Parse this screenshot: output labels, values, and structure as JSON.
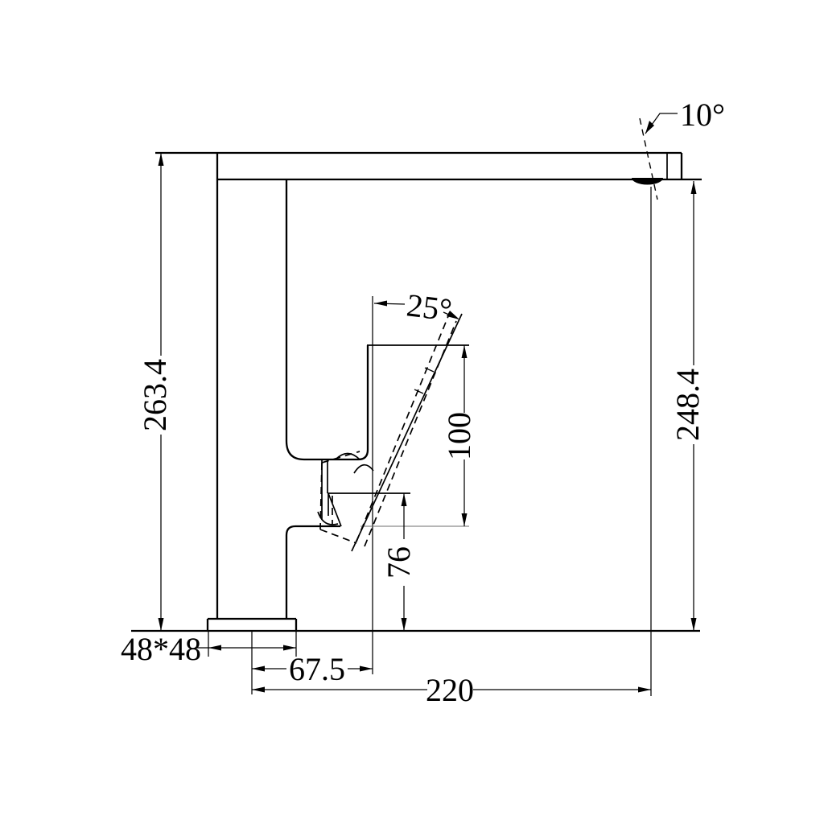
{
  "drawing": {
    "background_color": "#ffffff",
    "line_color": "#000000",
    "subject": "kitchen mixer tap side-view dimension drawing",
    "labels": {
      "spout_angle": "10°",
      "handle_angle": "25°",
      "overall_height": "263.4",
      "outlet_height": "248.4",
      "handle_length": "100",
      "pivot_height": "76",
      "base_size": "48*48",
      "handle_offset": "67.5",
      "spout_reach": "220"
    }
  }
}
